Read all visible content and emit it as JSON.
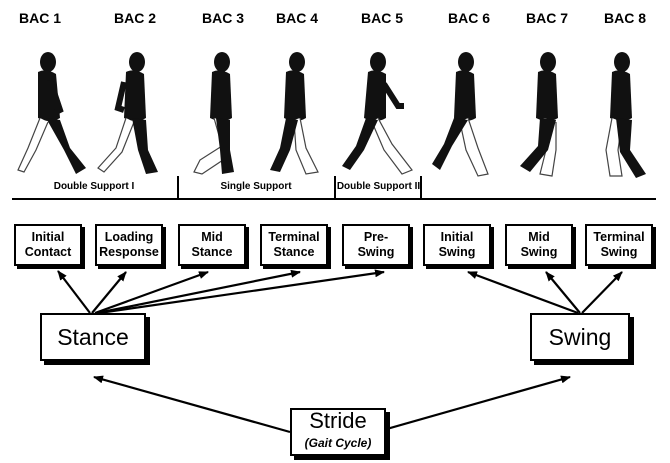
{
  "bac_labels": [
    "BAC 1",
    "BAC 2",
    "BAC 3",
    "BAC 4",
    "BAC 5",
    "BAC 6",
    "BAC 7",
    "BAC 8"
  ],
  "support_phases": [
    "Double Support I",
    "Single Support",
    "Double Support II"
  ],
  "subphases": [
    "Initial\nContact",
    "Loading\nResponse",
    "Mid\nStance",
    "Terminal\nStance",
    "Pre-\nSwing",
    "Initial\nSwing",
    "Mid\nSwing",
    "Terminal\nSwing"
  ],
  "stance_label": "Stance",
  "swing_label": "Swing",
  "stride_label": "Stride",
  "stride_sub": "(Gait Cycle)"
}
